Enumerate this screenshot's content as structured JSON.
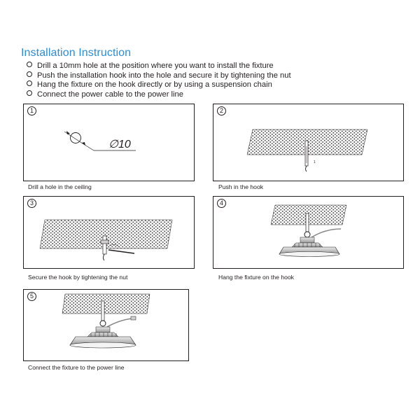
{
  "heading": "Installation Instruction",
  "steps": [
    "Drill a 10mm hole at the position where you want to install the fixture",
    "Push the installation hook into the hole and secure it by tightening the nut",
    "Hang the fixture on the hook directly or by using a suspension chain",
    "Connect the power cable to the power line"
  ],
  "panels": [
    {
      "number": "1",
      "caption": "Drill a hole in the ceiling",
      "dimension": "10",
      "diameter_symbol": "∅",
      "part_mark": ""
    },
    {
      "number": "2",
      "caption": "Push in the hook",
      "part_mark": "1"
    },
    {
      "number": "3",
      "caption": "Secure the hook by tightening the nut"
    },
    {
      "number": "4",
      "caption": "Hang the fixture on the hook"
    },
    {
      "number": "5",
      "caption": "Connect the fixture to the power line"
    }
  ],
  "colors": {
    "heading": "#2b8ed6",
    "line": "#231f20"
  }
}
